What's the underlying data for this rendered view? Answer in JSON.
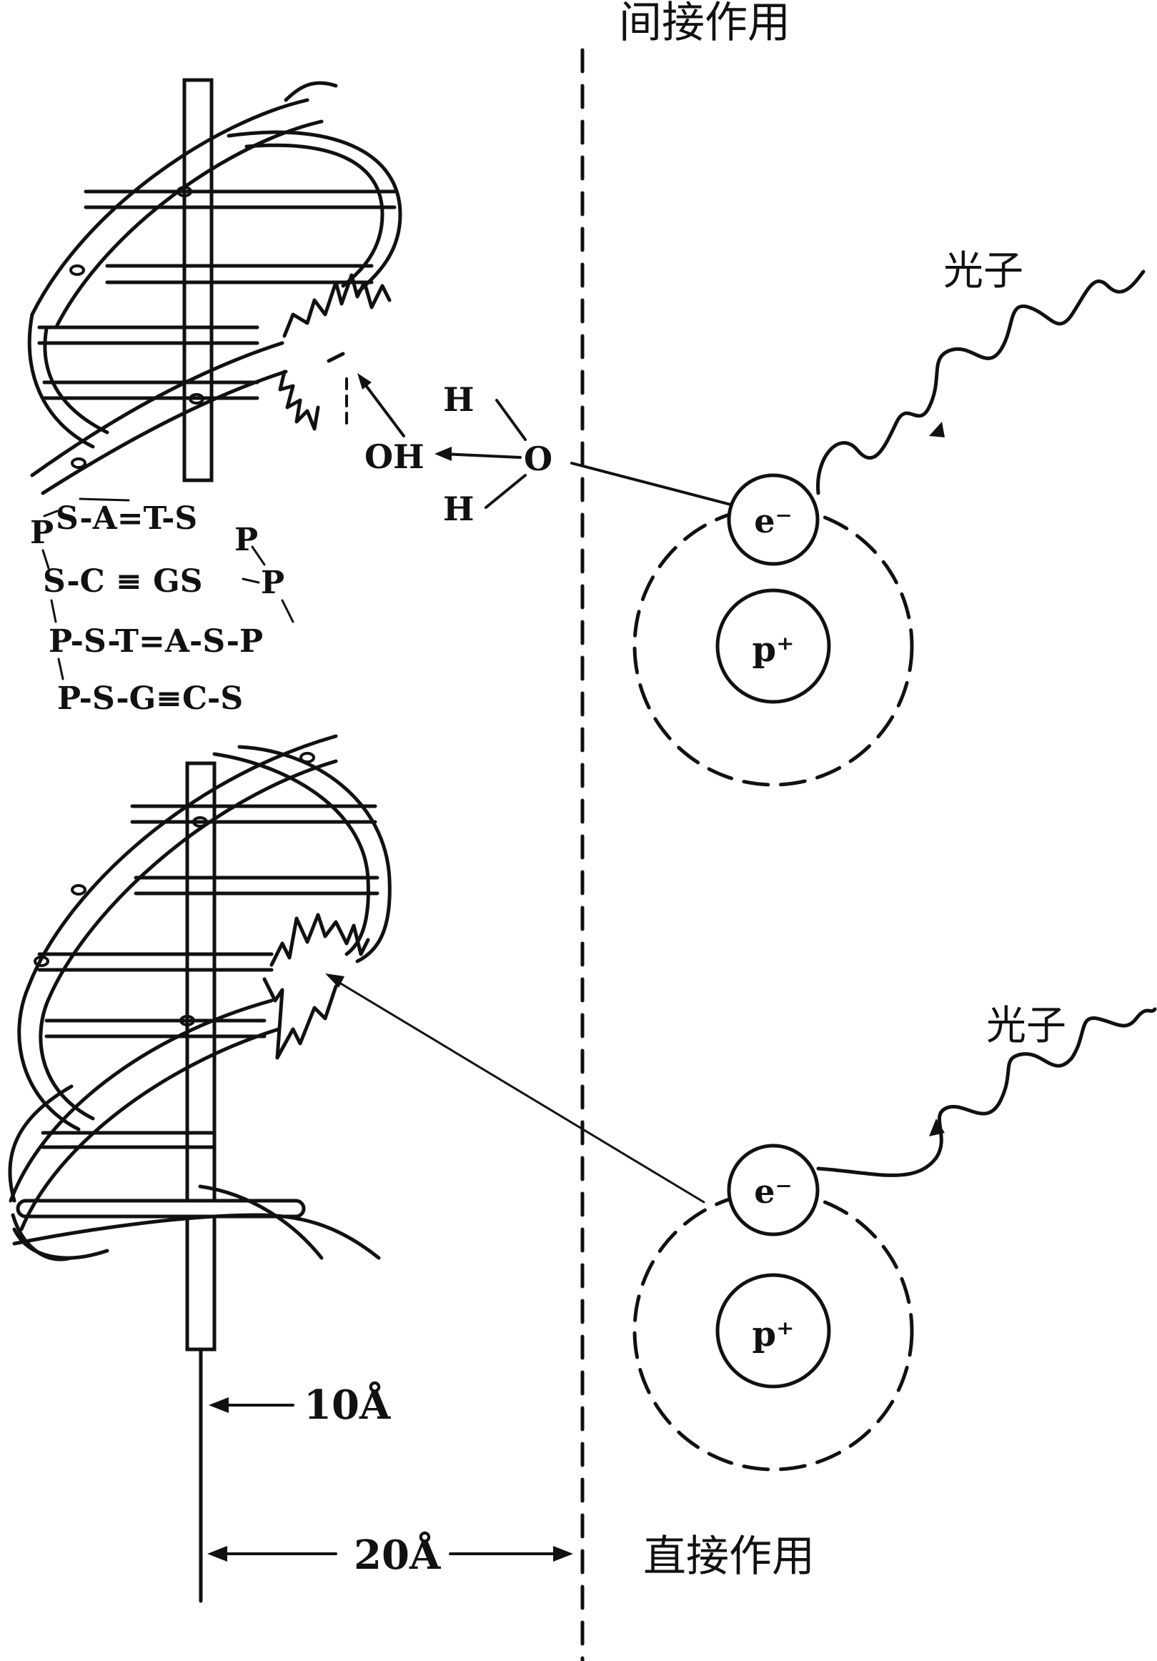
{
  "labels": {
    "indirect": "间接作用",
    "direct": "直接作用",
    "photon_top": "光子",
    "photon_bottom": "光子",
    "electron_top": "e⁻",
    "electron_bottom": "e⁻",
    "proton_top": "p⁺",
    "proton_bottom": "p⁺",
    "water_h_top": "H",
    "water_h_bottom": "H",
    "water_o": "O",
    "hydroxyl": "OH",
    "dim_10": "10Å",
    "dim_20": "20Å"
  },
  "dna_sequence": {
    "p_left": "P",
    "row1": "S-A=T-S",
    "row1_p": "P",
    "row2": "S-C ≡ GS",
    "row2_p": "P",
    "row3": "P-S-T=A-S-P",
    "row4": "P-S-G≡C-S"
  }
}
